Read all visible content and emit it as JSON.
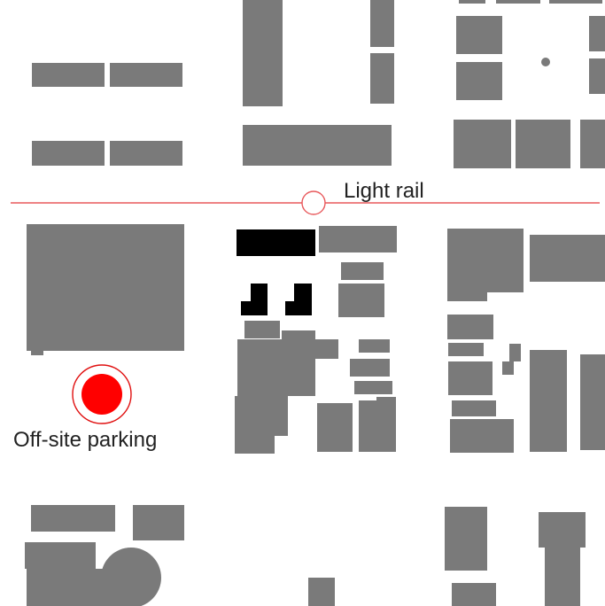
{
  "map": {
    "labels": {
      "light_rail": "Light rail",
      "off_site_parking": "Off-site parking"
    },
    "colors": {
      "background": "#ffffff",
      "building": "#7a7a7a",
      "highlighted_building": "#000000",
      "transit_line": "#e8585b",
      "parking_marker": "#ff0000",
      "marker_ring": "#e01010"
    },
    "markers": [
      {
        "name": "light-rail-station-marker",
        "icon": "hollow-circle-icon"
      },
      {
        "name": "off-site-parking-marker",
        "icon": "filled-circle-with-ring-icon"
      }
    ]
  }
}
